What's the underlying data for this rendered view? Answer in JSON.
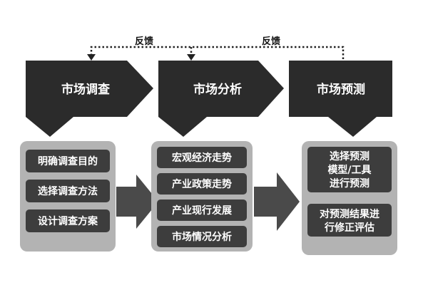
{
  "feedback": {
    "label_left": "反馈",
    "label_right": "反馈"
  },
  "columns": [
    {
      "header": "市场调查",
      "items": [
        "明确调查目的",
        "选择调查方法",
        "设计调查方案"
      ]
    },
    {
      "header": "市场分析",
      "items": [
        "宏观经济走势",
        "产业政策走势",
        "产业现行发展",
        "市场情况分析"
      ]
    },
    {
      "header": "市场预测",
      "items": [
        [
          "选择预测",
          "模型/工具",
          "进行预测"
        ],
        [
          "对预测结果进",
          "行修正评估"
        ]
      ]
    }
  ],
  "colors": {
    "header": "#2b2b2b",
    "panel": "#b3b3b3",
    "item": "#3d3d3d",
    "connector_arrow": "#4a4a4a",
    "feedback_line": "#222222"
  }
}
